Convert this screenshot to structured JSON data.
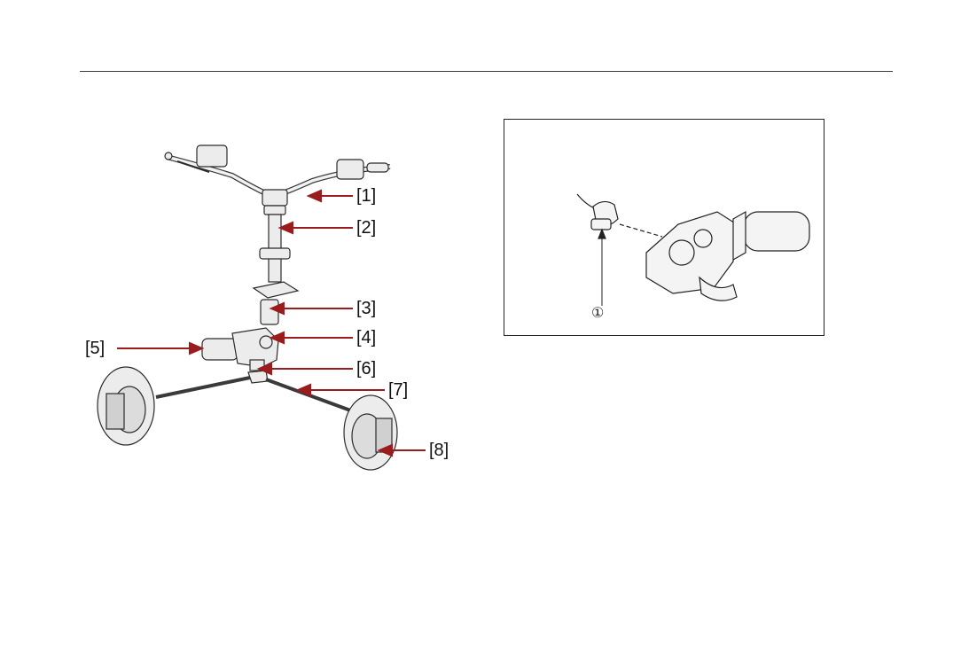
{
  "callouts": [
    {
      "id": "1",
      "label": "[1]"
    },
    {
      "id": "2",
      "label": "[2]"
    },
    {
      "id": "3",
      "label": "[3]"
    },
    {
      "id": "4",
      "label": "[4]"
    },
    {
      "id": "5",
      "label": "[5]"
    },
    {
      "id": "6",
      "label": "[6]"
    },
    {
      "id": "7",
      "label": "[7]"
    },
    {
      "id": "8",
      "label": "[8]"
    }
  ],
  "inset": {
    "marker": "①"
  },
  "colors": {
    "arrow": "#9b1c1c",
    "line": "#2b2b2b",
    "part": "#e9e9e9"
  }
}
